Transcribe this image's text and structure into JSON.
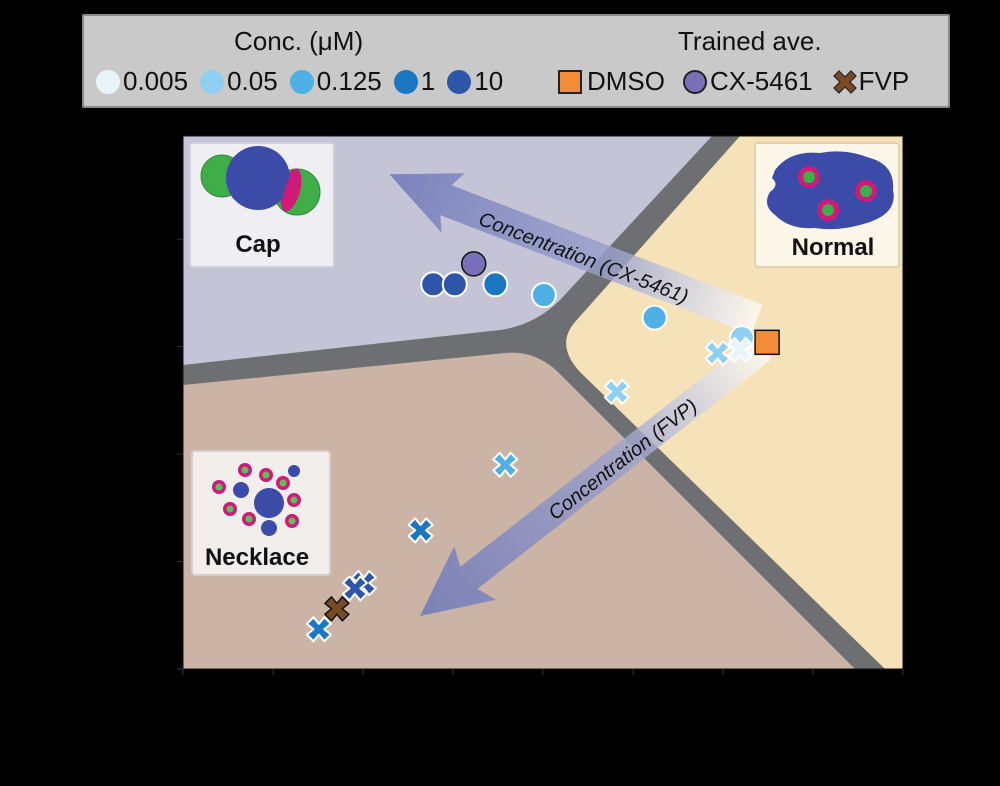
{
  "legend": {
    "conc_title": "Conc. (μM)",
    "conc_items": [
      {
        "label": "0.005",
        "color": "#e8f4f8"
      },
      {
        "label": "0.05",
        "color": "#8fd0f2"
      },
      {
        "label": "0.125",
        "color": "#4fb0e6"
      },
      {
        "label": "1",
        "color": "#1a78c2"
      },
      {
        "label": "10",
        "color": "#2d56a8"
      }
    ],
    "trained_title": "Trained ave.",
    "trained_items": [
      {
        "label": "DMSO",
        "marker": "square",
        "color": "#f28c38"
      },
      {
        "label": "CX-5461",
        "marker": "circle",
        "color": "#7a70b8"
      },
      {
        "label": "FVP",
        "marker": "cross",
        "color": "#7a4a24"
      }
    ]
  },
  "regions": {
    "cap": {
      "label": "Cap",
      "color": "#c5c4d6"
    },
    "normal": {
      "label": "Normal",
      "color": "#f5e2b8"
    },
    "necklace": {
      "label": "Necklace",
      "color": "#cbb3a5"
    },
    "boundary_color": "#6e6f72"
  },
  "arrows": {
    "cx": {
      "label": "Concentration (CX-5461)"
    },
    "fvp": {
      "label": "Concentration (FVP)"
    }
  },
  "chart_data": {
    "type": "scatter",
    "title": "",
    "xlabel": "",
    "ylabel": "",
    "xlim": [
      0,
      8
    ],
    "ylim": [
      0,
      4.96
    ],
    "x_ticks": [
      0,
      1,
      2,
      3,
      4,
      5,
      6,
      7,
      8
    ],
    "y_ticks": [
      0,
      1,
      2,
      3,
      4
    ],
    "tick_labels_visible": false,
    "grid": false,
    "legend_position": "top (above plot)",
    "series": [
      {
        "name": "CX-5461",
        "marker": "circle",
        "points": [
          {
            "conc": "10",
            "x": 2.78,
            "y": 3.58
          },
          {
            "conc": "10",
            "x": 3.02,
            "y": 3.58
          },
          {
            "conc": "1",
            "x": 3.47,
            "y": 3.58
          },
          {
            "conc": "0.125",
            "x": 4.01,
            "y": 3.48
          },
          {
            "conc": "0.125",
            "x": 5.24,
            "y": 3.27
          },
          {
            "conc": "0.05",
            "x": 6.21,
            "y": 3.08
          }
        ]
      },
      {
        "name": "FVP",
        "marker": "cross",
        "points": [
          {
            "conc": "0.005",
            "x": 6.19,
            "y": 2.97
          },
          {
            "conc": "0.05",
            "x": 5.94,
            "y": 2.94
          },
          {
            "conc": "0.05",
            "x": 4.82,
            "y": 2.58
          },
          {
            "conc": "0.125",
            "x": 3.58,
            "y": 1.9
          },
          {
            "conc": "1",
            "x": 2.64,
            "y": 1.29
          },
          {
            "conc": "10",
            "x": 2.01,
            "y": 0.8
          },
          {
            "conc": "10",
            "x": 1.91,
            "y": 0.75
          },
          {
            "conc": "1",
            "x": 1.51,
            "y": 0.37
          }
        ]
      },
      {
        "name": "Trained ave.",
        "points": [
          {
            "label": "DMSO",
            "marker": "square",
            "x": 6.49,
            "y": 3.04
          },
          {
            "label": "CX-5461",
            "marker": "circle",
            "x": 3.23,
            "y": 3.77
          },
          {
            "label": "FVP",
            "marker": "cross",
            "x": 1.71,
            "y": 0.56
          }
        ]
      }
    ],
    "annotations": [
      "Cap",
      "Normal",
      "Necklace",
      "Concentration (CX-5461)",
      "Concentration (FVP)"
    ]
  }
}
